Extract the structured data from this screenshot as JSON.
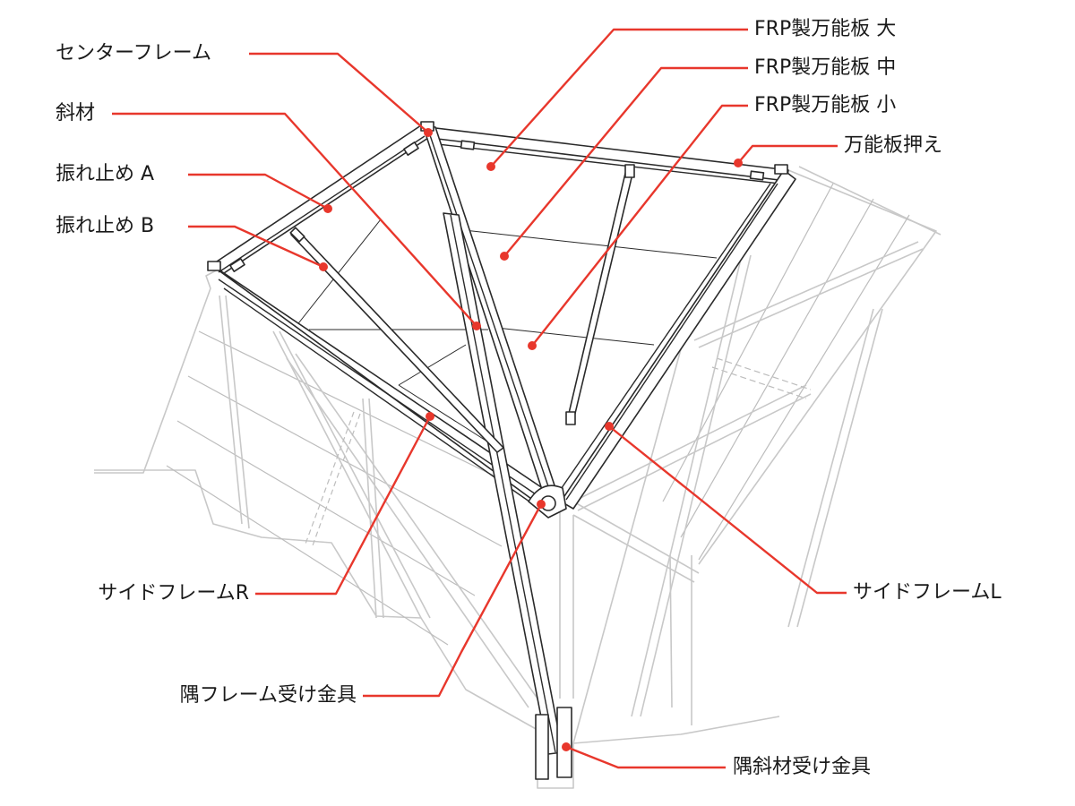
{
  "diagram": {
    "labels": {
      "center_frame": "センターフレーム",
      "frp_large": "FRP製万能板 大",
      "frp_medium": "FRP製万能板 中",
      "frp_small": "FRP製万能板 小",
      "panel_retainer": "万能板押え",
      "diagonal": "斜材",
      "brace_a": "振れ止め A",
      "brace_b": "振れ止め B",
      "side_frame_r": "サイドフレームR",
      "side_frame_l": "サイドフレームL",
      "corner_frame_bracket": "隅フレーム受け金具",
      "corner_diagonal_bracket": "隅斜材受け金具"
    },
    "colors": {
      "leader": "#e8372c",
      "structure": "#2a2a2a",
      "background_structure": "#c8c8c8",
      "text": "#1a1a1a"
    }
  }
}
